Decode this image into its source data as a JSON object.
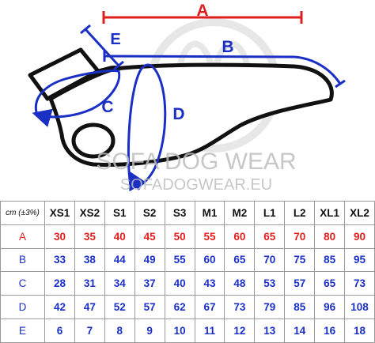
{
  "diagram": {
    "labels": {
      "a": "A",
      "b": "B",
      "c": "C",
      "d": "D",
      "e": "E"
    },
    "watermark": {
      "brand": "SOFA DOG WEAR",
      "site": "SOFADOGWEAR.EU"
    },
    "colors": {
      "a": "#e01e1e",
      "blue": "#1a2fc4",
      "outline": "#111111",
      "watermark": "#bdbdbd"
    }
  },
  "table": {
    "corner_label": "cm (±3%)",
    "sizes": [
      "XS1",
      "XS2",
      "S1",
      "S2",
      "S3",
      "M1",
      "M2",
      "L1",
      "L2",
      "XL1",
      "XL2"
    ],
    "rows": [
      {
        "label": "A",
        "color": "#e01e1e",
        "values": [
          "30",
          "35",
          "40",
          "45",
          "50",
          "55",
          "60",
          "65",
          "70",
          "80",
          "90"
        ]
      },
      {
        "label": "B",
        "color": "#1a2fc4",
        "values": [
          "33",
          "38",
          "44",
          "49",
          "55",
          "60",
          "65",
          "70",
          "75",
          "85",
          "95"
        ]
      },
      {
        "label": "C",
        "color": "#1a2fc4",
        "values": [
          "28",
          "31",
          "34",
          "37",
          "40",
          "43",
          "48",
          "53",
          "57",
          "65",
          "73"
        ]
      },
      {
        "label": "D",
        "color": "#1a2fc4",
        "values": [
          "42",
          "47",
          "52",
          "57",
          "62",
          "67",
          "73",
          "79",
          "85",
          "96",
          "108"
        ]
      },
      {
        "label": "E",
        "color": "#1a2fc4",
        "values": [
          "6",
          "7",
          "8",
          "9",
          "10",
          "11",
          "12",
          "13",
          "14",
          "16",
          "18"
        ]
      }
    ]
  }
}
